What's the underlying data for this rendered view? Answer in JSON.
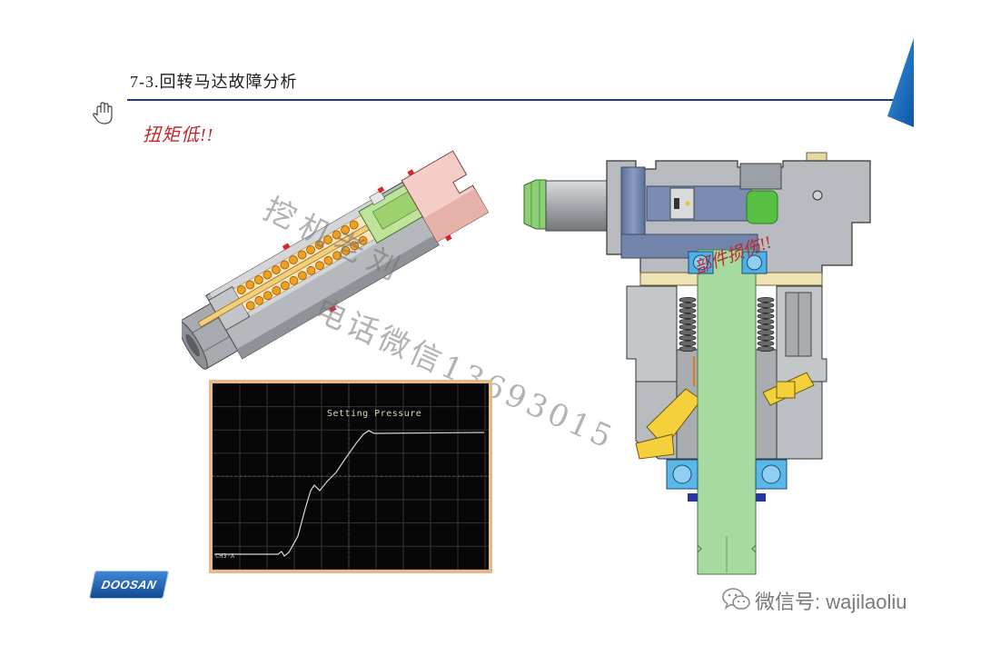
{
  "slide": {
    "title": "7-3.回转马达故障分析",
    "subtitle": "扭矩低!!",
    "damage_label": "部件损伤!!",
    "accent_color": "#1b74c4",
    "alert_color": "#c1272d"
  },
  "icons": {
    "pointer": "hand-pointer-icon",
    "wechat": "wechat-icon"
  },
  "scope": {
    "label": "Setting Pressure",
    "channel": "CH3-A"
  },
  "watermark": {
    "line1": "挖机老刘",
    "line2": "电话微信13693015"
  },
  "logo": {
    "text": "DOOSAN"
  },
  "footer": {
    "wechat_id": "微信号: wajilaoliu"
  }
}
